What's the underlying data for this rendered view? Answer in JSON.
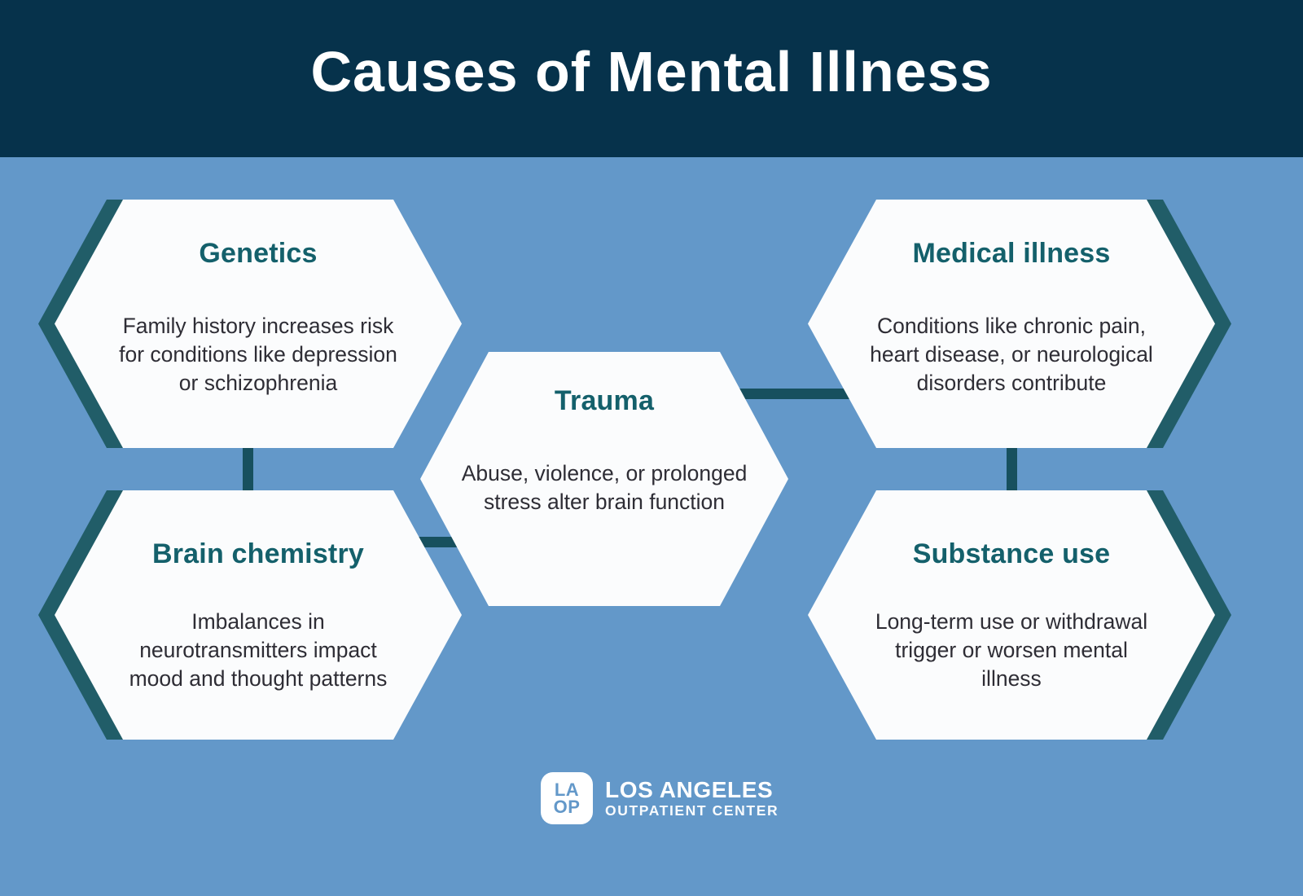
{
  "page": {
    "background_color": "#6398C9"
  },
  "header": {
    "title": "Causes of Mental Illness",
    "background_color": "#06324B",
    "text_color": "#FFFFFF"
  },
  "hexagons": [
    {
      "title": "Genetics",
      "body": "Family history increases risk\nfor conditions like depression\nor schizophrenia"
    },
    {
      "title": "Brain chemistry",
      "body": "Imbalances in\nneurotransmitters impact\nmood and thought patterns"
    },
    {
      "title": "Trauma",
      "body": "Abuse, violence, or prolonged\nstress alter brain function"
    },
    {
      "title": "Medical illness",
      "body": "Conditions like chronic pain,\nheart disease, or neurological\ndisorders contribute"
    },
    {
      "title": "Substance use",
      "body": "Long-term use or withdrawal\ntrigger or worsen mental\nillness"
    }
  ],
  "styles": {
    "heading_color": "#14606B",
    "body_text_color": "#2E2D35",
    "hexagon_fill": "#FBFCFD",
    "hexagon_shadow_color": "#215D68",
    "connector_color": "#17505E"
  },
  "footer": {
    "logo_mark_top": "LA",
    "logo_mark_bottom": "OP",
    "brand_name": "LOS ANGELES",
    "brand_subtitle": "OUTPATIENT CENTER"
  }
}
